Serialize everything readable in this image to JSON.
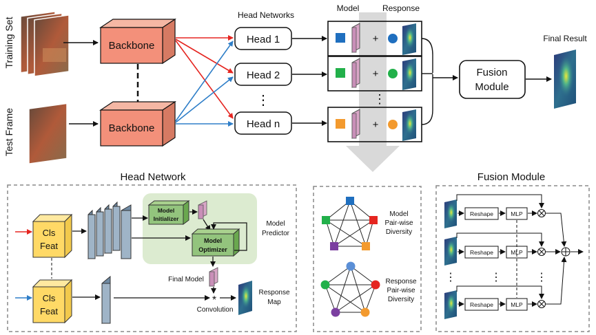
{
  "top": {
    "labels": {
      "training_set": "Training Set",
      "test_frame": "Test Frame",
      "head_networks": "Head Networks",
      "model": "Model",
      "response": "Response",
      "final_result": "Final Result"
    },
    "backbone_top": "Backbone",
    "backbone_bottom": "Backbone",
    "heads": [
      "Head 1",
      "Head 2",
      "Head n"
    ],
    "head_ellipsis": "⋮",
    "plus_symbol": "+",
    "fusion": [
      "Fusion",
      "Module"
    ],
    "model_colors": [
      "#1f6fbf",
      "#22b04a",
      "#f39a2e"
    ],
    "arrow_colors": {
      "red": "#e52520",
      "blue": "#2e7ec8"
    }
  },
  "head_network": {
    "title": "Head Network",
    "cls_feat": [
      "Cls",
      "Feat"
    ],
    "model_initializer": [
      "Model",
      "Initializer"
    ],
    "model_optimizer": [
      "Model",
      "Optimizer"
    ],
    "model_predictor": [
      "Model",
      "Predictor"
    ],
    "final_model": "Final Model",
    "convolution_symbol": "*",
    "convolution": "Convolution",
    "response_map": [
      "Response",
      "Map"
    ]
  },
  "diversity": {
    "model_pairwise": [
      "Model",
      "Pair-wise",
      "Diversity"
    ],
    "response_pairwise": [
      "Response",
      "Pair-wise",
      "Diversity"
    ],
    "node_colors": [
      "#1f6fbf",
      "#e52520",
      "#f39a2e",
      "#7b3fa0",
      "#22b04a"
    ]
  },
  "fusion_module": {
    "title": "Fusion Module",
    "reshape": "Reshape",
    "mlp": "MLP",
    "dots": "⋮"
  }
}
